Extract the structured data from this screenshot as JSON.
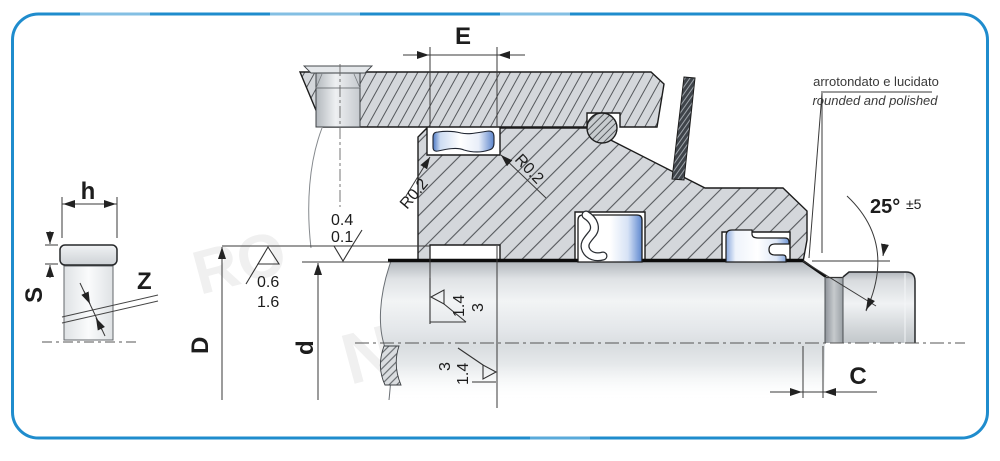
{
  "frame": {
    "border_color": "#1f8ccd"
  },
  "watermark": {
    "ghost1": "RO",
    "ghost2": "N",
    "ghost3": "RO"
  },
  "detail_view": {
    "width_label": "h",
    "thickness_label": "S",
    "gap_label": "Z"
  },
  "main_view": {
    "groove_width_label": "E",
    "bore_dia_label": "D",
    "rod_dia_label": "d",
    "chamfer_len_label": "C",
    "radius_left": "R0.2",
    "radius_right": "R0.2",
    "angle_value": "25°",
    "angle_tol": "±5",
    "finish_D_top": "0.4",
    "finish_D_bottom": "0.1",
    "finish_groove_top": "0.6",
    "finish_groove_bottom": "1.6",
    "finish_rod_top_a": "1.4",
    "finish_rod_top_b": "3",
    "finish_rod_bot_a": "3",
    "finish_rod_bot_b": "1.4",
    "note_it": "arrotondato e lucidato",
    "note_en": "rounded and polished"
  }
}
